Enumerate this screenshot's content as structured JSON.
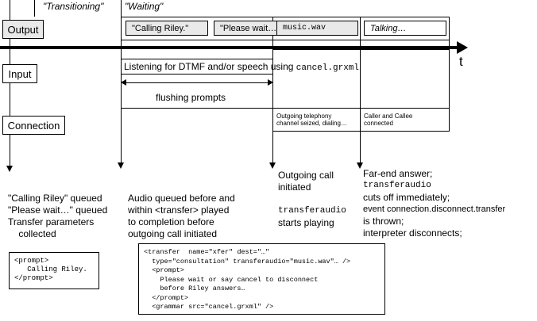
{
  "diagram": {
    "time_axis_label": "t",
    "phases": [
      {
        "label": "\"Transitioning\""
      },
      {
        "label": "\"Waiting\""
      }
    ],
    "row_labels": [
      {
        "name": "Output",
        "filled": true
      },
      {
        "name": "Input",
        "filled": false
      },
      {
        "name": "Connection",
        "filled": false
      }
    ],
    "output_chips": [
      {
        "text": "\"Calling Riley.\"",
        "style": "grey"
      },
      {
        "text": "\"Please wait…\"",
        "style": "grey"
      },
      {
        "text": "music.wav",
        "style": "grey-mono"
      },
      {
        "text": "Talking…",
        "style": "white-italic"
      }
    ],
    "input_row": {
      "text_prefix": "Listening for DTMF and/or speech using ",
      "text_mono": "cancel.grxml"
    },
    "measure": {
      "label": "flushing  prompts"
    },
    "connection_cells": [
      {
        "line1": "Outgoing telephony",
        "line2": "channel seized, dialing…"
      },
      {
        "line1": "Caller and Callee",
        "line2": "connected"
      }
    ],
    "notes": [
      {
        "id": "note-transitioning",
        "lines": [
          "\"Calling Riley\"  queued",
          "\"Please wait…\" queued",
          "Transfer parameters",
          "    collected"
        ]
      },
      {
        "id": "note-waiting",
        "lines": [
          "Audio queued before and",
          "within <transfer>  played",
          "to completion before",
          "outgoing call initiated"
        ]
      },
      {
        "id": "note-outgoing",
        "lines": [
          "Outgoing call",
          "initiated",
          "",
          "transferaudio",
          "starts playing"
        ]
      },
      {
        "id": "note-farend",
        "lines": [
          "Far-end answer;",
          "transferaudio",
          "cuts off immediately;",
          "event connection.disconnect.transfer",
          "is thrown;",
          "interpreter  disconnects;"
        ]
      }
    ],
    "code_blocks": [
      {
        "id": "code-prompt",
        "text": "<prompt>\n   Calling Riley.\n</prompt>"
      },
      {
        "id": "code-transfer",
        "text": "<transfer  name=\"xfer\" dest=\"…\"\n  type=\"consultation\" transferaudio=\"music.wav\"… />\n  <prompt>\n    Please wait or say cancel to disconnect\n    before Riley answers…\n  </prompt>\n  <grammar src=\"cancel.grxml\" />"
      }
    ]
  }
}
